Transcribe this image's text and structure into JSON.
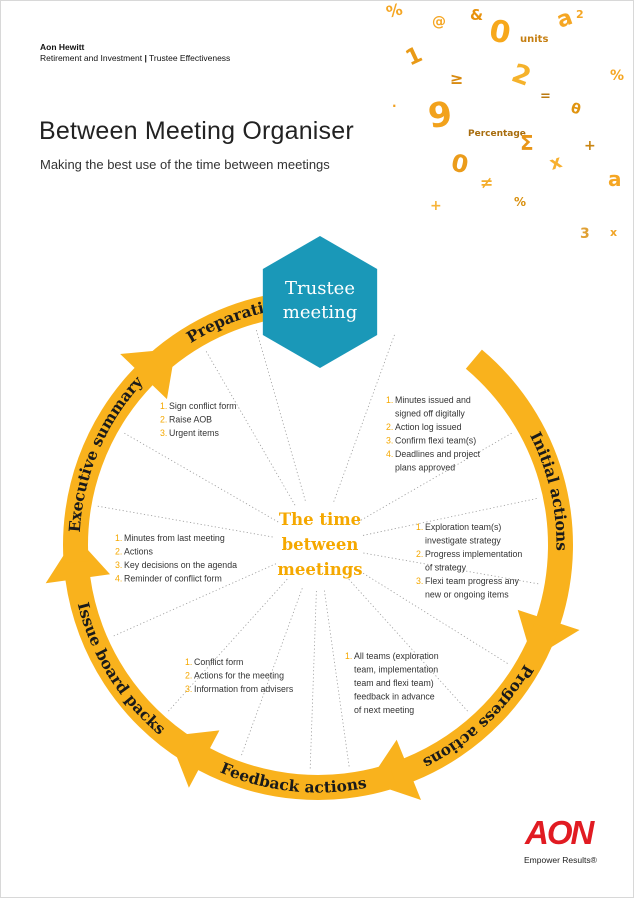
{
  "header": {
    "company": "Aon Hewitt",
    "division": "Retirement and Investment",
    "separator": "|",
    "department": "Trustee Effectiveness"
  },
  "title": "Between Meeting Organiser",
  "subtitle": "Making the best use of the time between meetings",
  "center": {
    "hexagon_lines": [
      "Trustee",
      "meeting"
    ],
    "hub_lines": [
      "The time",
      "between",
      "meetings"
    ]
  },
  "stages": [
    {
      "label": "Initial actions",
      "items": [
        "Minutes issued and",
        "signed off digitally",
        "Action log issued",
        "Confirm flexi team(s)",
        "Deadlines and project",
        "plans approved"
      ],
      "numbers": [
        "1.",
        "",
        "2.",
        "3.",
        "4.",
        ""
      ]
    },
    {
      "label": "Progress actions",
      "items": [
        "Exploration team(s)",
        "investigate strategy",
        "Progress implementation",
        "of strategy",
        "Flexi team progress any",
        "new or ongoing items"
      ],
      "numbers": [
        "1.",
        "",
        "2.",
        "",
        "3.",
        ""
      ]
    },
    {
      "label": "Feedback actions",
      "items": [
        "All teams (exploration",
        "team, implementation",
        "team and flexi team)",
        "feedback in advance",
        "of next meeting"
      ],
      "numbers": [
        "1.",
        "",
        "",
        "",
        ""
      ]
    },
    {
      "label": "Issue board packs",
      "items": [
        "Conflict form",
        "Actions for the meeting",
        "Information from advisers"
      ],
      "numbers": [
        "1.",
        "2.",
        "3."
      ]
    },
    {
      "label": "Executive summary",
      "items": [
        "Minutes from last meeting",
        "Actions",
        "Key decisions on the agenda",
        "Reminder of conflict form"
      ],
      "numbers": [
        "1.",
        "2.",
        "3.",
        "4."
      ]
    },
    {
      "label": "Preparation",
      "items": [
        "Sign conflict form",
        "Raise AOB",
        "Urgent items"
      ],
      "numbers": [
        "1.",
        "2.",
        "3."
      ]
    }
  ],
  "colors": {
    "arrow": "#f9b21d",
    "hexagon": "#1a98b8",
    "hub_text": "#f5a800",
    "number": "#f5a800",
    "logo": "#e11b22"
  },
  "footer": {
    "logo": "AON",
    "tagline": "Empower Results®"
  }
}
